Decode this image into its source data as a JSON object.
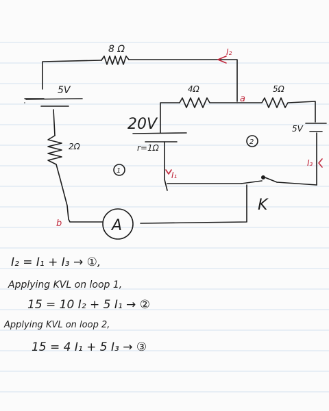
{
  "colors": {
    "ink": "#1c1c1c",
    "accent": "#c0283c",
    "rule": "#d3e0ef"
  },
  "circuit": {
    "top_resistor": "8 Ω",
    "top_current": "I₂",
    "battery_left": "5V",
    "resistor_left": "2Ω",
    "resistor_mid": "4Ω",
    "node_a": "a",
    "resistor_right": "5Ω",
    "battery_center": "20V",
    "internal_resistance": "r=1Ω",
    "loop1": "1",
    "loop2": "2",
    "current_i1": "I₁",
    "battery_right": "5V",
    "current_i3": "I₃",
    "switch": "K",
    "node_b": "b",
    "ammeter": "A"
  },
  "equations": {
    "eq1": "I₂ = I₁ + I₃ → ①,",
    "kvl1": "Applying KVL on loop 1,",
    "eq2": "15 = 10 I₂ + 5 I₁ → ②",
    "kvl2": "Applying KVL on loop 2,",
    "eq3": "15 = 4 I₁ + 5 I₃ → ③"
  }
}
